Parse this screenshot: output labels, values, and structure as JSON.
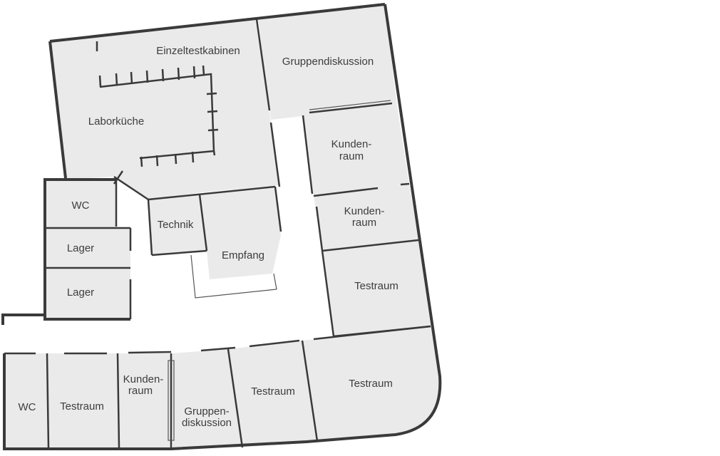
{
  "plan": {
    "rooms": [
      {
        "id": "einzeltestkabinen",
        "label": "Einzeltestkabinen"
      },
      {
        "id": "gruppendiskussion-top",
        "label": "Gruppendiskussion"
      },
      {
        "id": "laborkueche",
        "label": "Laborküche"
      },
      {
        "id": "kundenraum-1",
        "label_line1": "Kunden-",
        "label_line2": "raum"
      },
      {
        "id": "kundenraum-2",
        "label_line1": "Kunden-",
        "label_line2": "raum"
      },
      {
        "id": "wc-top",
        "label": "WC"
      },
      {
        "id": "technik",
        "label": "Technik"
      },
      {
        "id": "lager-1",
        "label": "Lager"
      },
      {
        "id": "empfang",
        "label": "Empfang"
      },
      {
        "id": "lager-2",
        "label": "Lager"
      },
      {
        "id": "testraum-right-mid",
        "label": "Testraum"
      },
      {
        "id": "testraum-right-bottom",
        "label": "Testraum"
      },
      {
        "id": "kundenraum-3",
        "label_line1": "Kunden-",
        "label_line2": "raum"
      },
      {
        "id": "testraum-center",
        "label": "Testraum"
      },
      {
        "id": "gruppendiskussion-bottom",
        "label_line1": "Gruppen-",
        "label_line2": "diskussion"
      },
      {
        "id": "wc-bottom",
        "label": "WC"
      },
      {
        "id": "testraum-left",
        "label": "Testraum"
      }
    ]
  }
}
